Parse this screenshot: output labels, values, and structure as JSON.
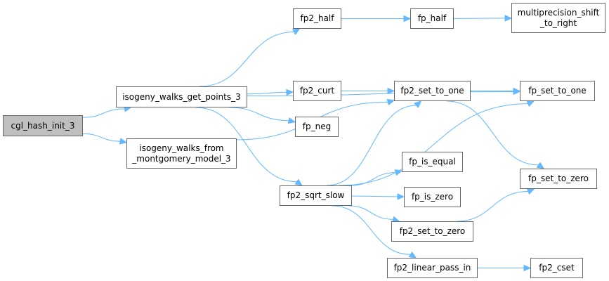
{
  "graph": {
    "nodes": {
      "cgl_hash_init_3": {
        "lines": [
          "cgl_hash_init_3"
        ]
      },
      "isogeny_walks_get_points_3": {
        "lines": [
          "isogeny_walks_get_points_3"
        ]
      },
      "isogeny_walks_from_montgomery_model_3": {
        "lines": [
          "isogeny_walks_from",
          "_montgomery_model_3"
        ]
      },
      "fp2_half": {
        "lines": [
          "fp2_half"
        ]
      },
      "fp_half": {
        "lines": [
          "fp_half"
        ]
      },
      "multiprecision_shift_to_right": {
        "lines": [
          "multiprecision_shift",
          "_to_right"
        ]
      },
      "fp2_curt": {
        "lines": [
          "fp2_curt"
        ]
      },
      "fp2_set_to_one": {
        "lines": [
          "fp2_set_to_one"
        ]
      },
      "fp_set_to_one": {
        "lines": [
          "fp_set_to_one"
        ]
      },
      "fp_neg": {
        "lines": [
          "fp_neg"
        ]
      },
      "fp_is_equal": {
        "lines": [
          "fp_is_equal"
        ]
      },
      "fp_set_to_zero": {
        "lines": [
          "fp_set_to_zero"
        ]
      },
      "fp2_sqrt_slow": {
        "lines": [
          "fp2_sqrt_slow"
        ]
      },
      "fp_is_zero": {
        "lines": [
          "fp_is_zero"
        ]
      },
      "fp2_set_to_zero": {
        "lines": [
          "fp2_set_to_zero"
        ]
      },
      "fp2_linear_pass_in": {
        "lines": [
          "fp2_linear_pass_in"
        ]
      },
      "fp2_cset": {
        "lines": [
          "fp2_cset"
        ]
      }
    },
    "edges": [
      [
        "cgl_hash_init_3",
        "isogeny_walks_get_points_3"
      ],
      [
        "cgl_hash_init_3",
        "isogeny_walks_from_montgomery_model_3"
      ],
      [
        "isogeny_walks_get_points_3",
        "fp2_half"
      ],
      [
        "isogeny_walks_get_points_3",
        "fp_set_to_one"
      ],
      [
        "isogeny_walks_get_points_3",
        "fp2_curt"
      ],
      [
        "isogeny_walks_get_points_3",
        "fp_neg"
      ],
      [
        "isogeny_walks_get_points_3",
        "fp2_sqrt_slow"
      ],
      [
        "isogeny_walks_from_montgomery_model_3",
        "fp2_set_to_one"
      ],
      [
        "fp2_half",
        "fp_half"
      ],
      [
        "fp_half",
        "multiprecision_shift_to_right"
      ],
      [
        "fp2_curt",
        "fp2_set_to_one"
      ],
      [
        "fp2_set_to_one",
        "fp_set_to_one"
      ],
      [
        "fp2_set_to_one",
        "fp_set_to_zero"
      ],
      [
        "fp2_sqrt_slow",
        "fp2_set_to_one"
      ],
      [
        "fp2_sqrt_slow",
        "fp_set_to_one"
      ],
      [
        "fp2_sqrt_slow",
        "fp_is_equal"
      ],
      [
        "fp2_sqrt_slow",
        "fp_is_zero"
      ],
      [
        "fp2_sqrt_slow",
        "fp2_set_to_zero"
      ],
      [
        "fp2_sqrt_slow",
        "fp2_linear_pass_in"
      ],
      [
        "fp2_set_to_zero",
        "fp_set_to_zero"
      ],
      [
        "fp2_linear_pass_in",
        "fp2_cset"
      ]
    ]
  },
  "colors": {
    "edge": "#63b8ff",
    "node_border": "#666666",
    "node_fill": "#ffffff",
    "root_fill": "#bfbfbf"
  }
}
